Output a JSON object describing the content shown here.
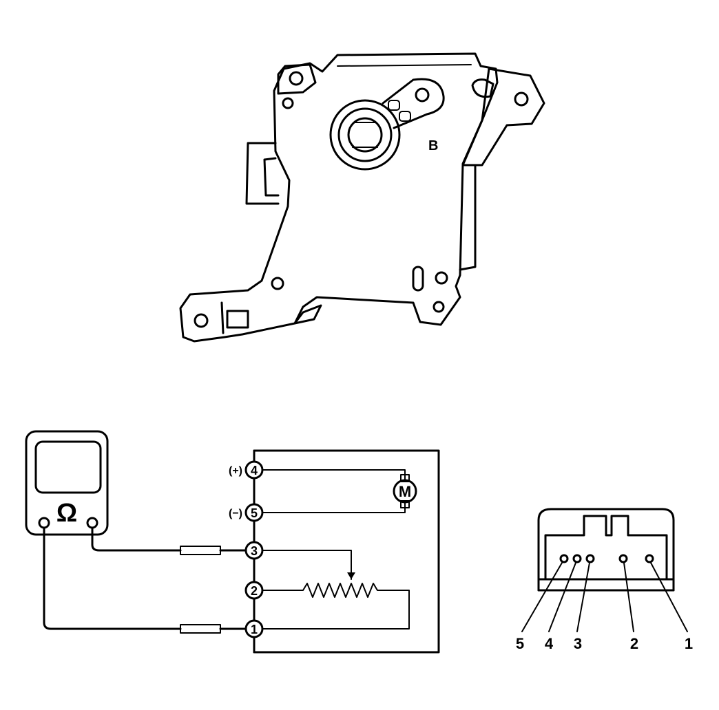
{
  "actuator": {
    "marking": "B"
  },
  "meter": {
    "symbol": "Ω"
  },
  "circuit": {
    "motor_symbol": "M",
    "polarity_plus": "(+)",
    "polarity_minus": "(−)",
    "terminals": [
      {
        "number": "4"
      },
      {
        "number": "5"
      },
      {
        "number": "3"
      },
      {
        "number": "2"
      },
      {
        "number": "1"
      }
    ]
  },
  "connector": {
    "pin_labels": [
      "5",
      "4",
      "3",
      "2",
      "1"
    ]
  }
}
